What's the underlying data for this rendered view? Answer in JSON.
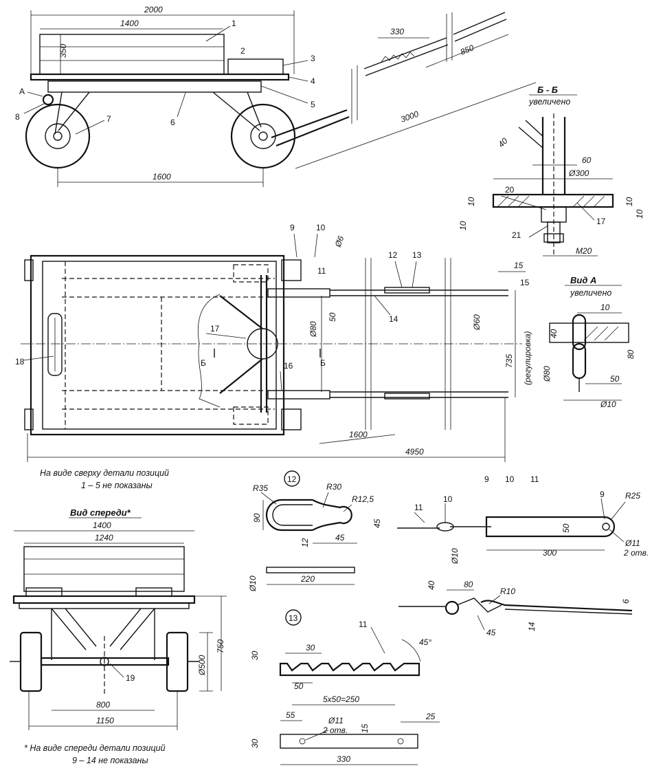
{
  "side_view": {
    "dims": {
      "overall": "2000",
      "box_length": "1400",
      "box_height": "350",
      "tow_length": "3000",
      "wheelbase": "1600",
      "tow_seg": "330",
      "tow_seg2": "850"
    },
    "callouts": [
      "1",
      "2",
      "3",
      "4",
      "5",
      "6",
      "7",
      "8"
    ],
    "view_marker": "A"
  },
  "section_bb": {
    "title": "Б - Б",
    "subtitle": "увеличено",
    "dims": {
      "angle": "40",
      "width": "60",
      "disk": "Ø300",
      "t1": "10",
      "t2": "10",
      "t3": "10",
      "bolt": "M20"
    },
    "callouts": [
      "20",
      "17",
      "21"
    ]
  },
  "top_view": {
    "callouts": [
      "9",
      "10",
      "11",
      "12",
      "13",
      "14",
      "15",
      "16",
      "17",
      "18"
    ],
    "dims": {
      "pin": "Ø6",
      "d80": "Ø80",
      "d50": "50",
      "d60": "Ø60",
      "d15": "15",
      "track": "735",
      "track_note": "(регулировка)",
      "len1600": "1600",
      "overall": "4950"
    },
    "section_marks": [
      "Б",
      "Б"
    ],
    "note_line1": "На виде сверху детали позиций",
    "note_line2": "1 – 5 не показаны"
  },
  "view_a": {
    "title": "Вид A",
    "subtitle": "увеличено",
    "dims": {
      "t": "10",
      "h40": "40",
      "h80": "80",
      "d80": "Ø80",
      "w50": "50",
      "d10": "Ø10"
    }
  },
  "front_view": {
    "title": "Вид спереди*",
    "dims": {
      "w1400": "1400",
      "w1240": "1240",
      "wheel": "Ø500",
      "height": "750",
      "w800": "800",
      "w1150": "1150"
    },
    "callouts": [
      "19"
    ],
    "note_line1": "* На виде спереди детали позиций",
    "note_line2": "9 – 14 не показаны"
  },
  "detail_12": {
    "tag": "12",
    "dims": {
      "r35": "R35",
      "r30": "R30",
      "r125": "R12,5",
      "h90": "90",
      "h45": "45",
      "w12": "12",
      "w45": "45",
      "d10": "Ø10",
      "len220": "220"
    }
  },
  "detail_13": {
    "tag": "13",
    "dims": {
      "h30": "30",
      "w30": "30",
      "w50": "50",
      "angle": "45°",
      "pitch": "5x50=250",
      "callout": "11",
      "h30b": "30",
      "w55": "55",
      "holes": "Ø11",
      "holes_note": "2 отв.",
      "h15": "15",
      "w25": "25",
      "len330": "330"
    }
  },
  "detail_9_10_11": {
    "tags": [
      "9",
      "10",
      "11"
    ],
    "dims": {
      "r25": "R25",
      "h50": "50",
      "d10": "Ø10",
      "len300": "300",
      "d11": "Ø11",
      "holes_note": "2 отв.",
      "w40": "40",
      "w80": "80",
      "r10": "R10",
      "a45": "45",
      "h14": "14",
      "h6": "6"
    },
    "callouts": [
      "11",
      "10",
      "9"
    ]
  }
}
